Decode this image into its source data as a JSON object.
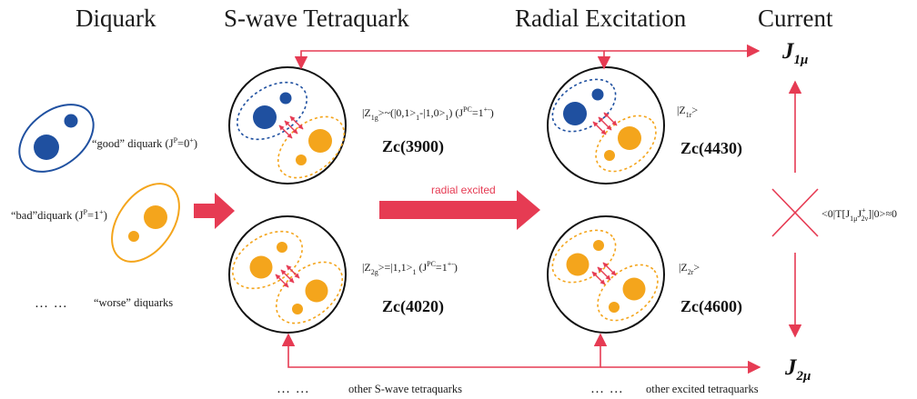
{
  "headers": {
    "diquark": "Diquark",
    "swave": "S-wave Tetraquark",
    "radial": "Radial Excitation",
    "current": "Current"
  },
  "diquarks": {
    "good_text": "“good” diquark (J",
    "good_sup": "P",
    "good_val": "=0",
    "good_val_sup": "+",
    "good_close": ")",
    "bad_text": "“bad”diquark (J",
    "bad_sup": "P",
    "bad_val": "=1",
    "bad_val_sup": "+",
    "bad_close": ")",
    "worse_dots": "… …",
    "worse_text": "“worse” diquarks"
  },
  "states": {
    "z1g": {
      "ket": "|Z",
      "sub": "1g",
      "rest1": ">~(|0,1>",
      "sub2": "1",
      "rest2": "-|1,0>",
      "sub3": "1",
      "rest3": ") (J",
      "sup": "PC",
      "rest4": "=1",
      "sup2": "+-",
      "rest5": ")",
      "name": "Zc(3900)"
    },
    "z2g": {
      "ket": "|Z",
      "sub": "2g",
      "rest1": ">=|1,1>",
      "sub2": "1",
      "rest2": " (J",
      "sup": "PC",
      "rest3": "=1",
      "sup2": "+-",
      "rest4": ")",
      "name": "Zc(4020)"
    },
    "z1r": {
      "ket": "|Z",
      "sub": "1r",
      "rest": ">",
      "name": "Zc(4430)"
    },
    "z2r": {
      "ket": "|Z",
      "sub": "2r",
      "rest": ">",
      "name": "Zc(4600)"
    }
  },
  "radial_label": "radial excited",
  "currents": {
    "j1": "J",
    "j1_sub": "1μ",
    "j2": "J",
    "j2_sub": "2μ"
  },
  "correlator": {
    "a": "<0|T[J",
    "a_sub": "1μ",
    "b": "J",
    "b_sup": "+",
    "b_sub": "2ν",
    "c": "]|0>≈0"
  },
  "others": {
    "swave_dots": "… …",
    "swave_text": "other S-wave tetraquarks",
    "excited_dots": "… …",
    "excited_text": "other excited tetraquarks"
  },
  "colors": {
    "blue": "#1f50a0",
    "orange": "#f4a51c",
    "red": "#e63b53",
    "black": "#111111"
  }
}
